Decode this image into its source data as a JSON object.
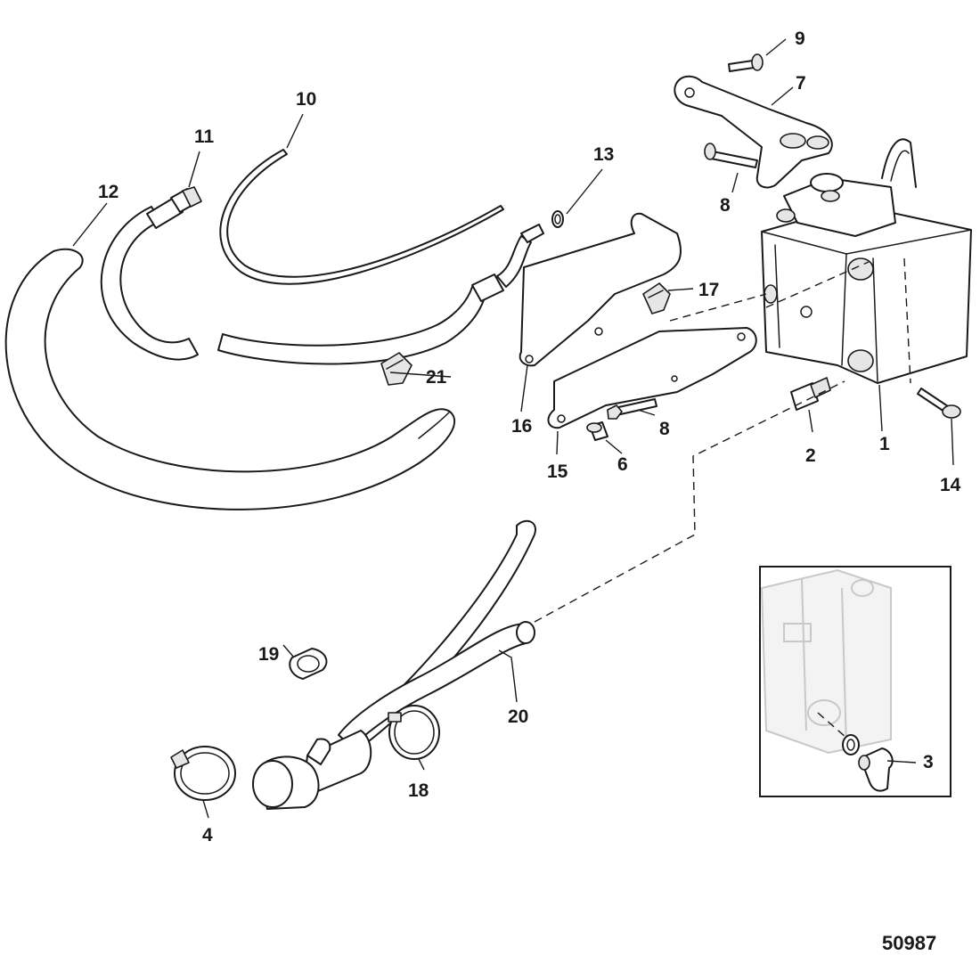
{
  "figure_id": "50987",
  "callouts": [
    {
      "id": "c1",
      "label": "1"
    },
    {
      "id": "c2",
      "label": "2"
    },
    {
      "id": "c3",
      "label": "3"
    },
    {
      "id": "c4",
      "label": "4"
    },
    {
      "id": "c6",
      "label": "6"
    },
    {
      "id": "c7",
      "label": "7"
    },
    {
      "id": "c8a",
      "label": "8"
    },
    {
      "id": "c8b",
      "label": "8"
    },
    {
      "id": "c9",
      "label": "9"
    },
    {
      "id": "c10",
      "label": "10"
    },
    {
      "id": "c11",
      "label": "11"
    },
    {
      "id": "c12",
      "label": "12"
    },
    {
      "id": "c13",
      "label": "13"
    },
    {
      "id": "c14",
      "label": "14"
    },
    {
      "id": "c15",
      "label": "15"
    },
    {
      "id": "c16",
      "label": "16"
    },
    {
      "id": "c17",
      "label": "17"
    },
    {
      "id": "c18",
      "label": "18"
    },
    {
      "id": "c19",
      "label": "19"
    },
    {
      "id": "c20",
      "label": "20"
    },
    {
      "id": "c21",
      "label": "21"
    }
  ]
}
